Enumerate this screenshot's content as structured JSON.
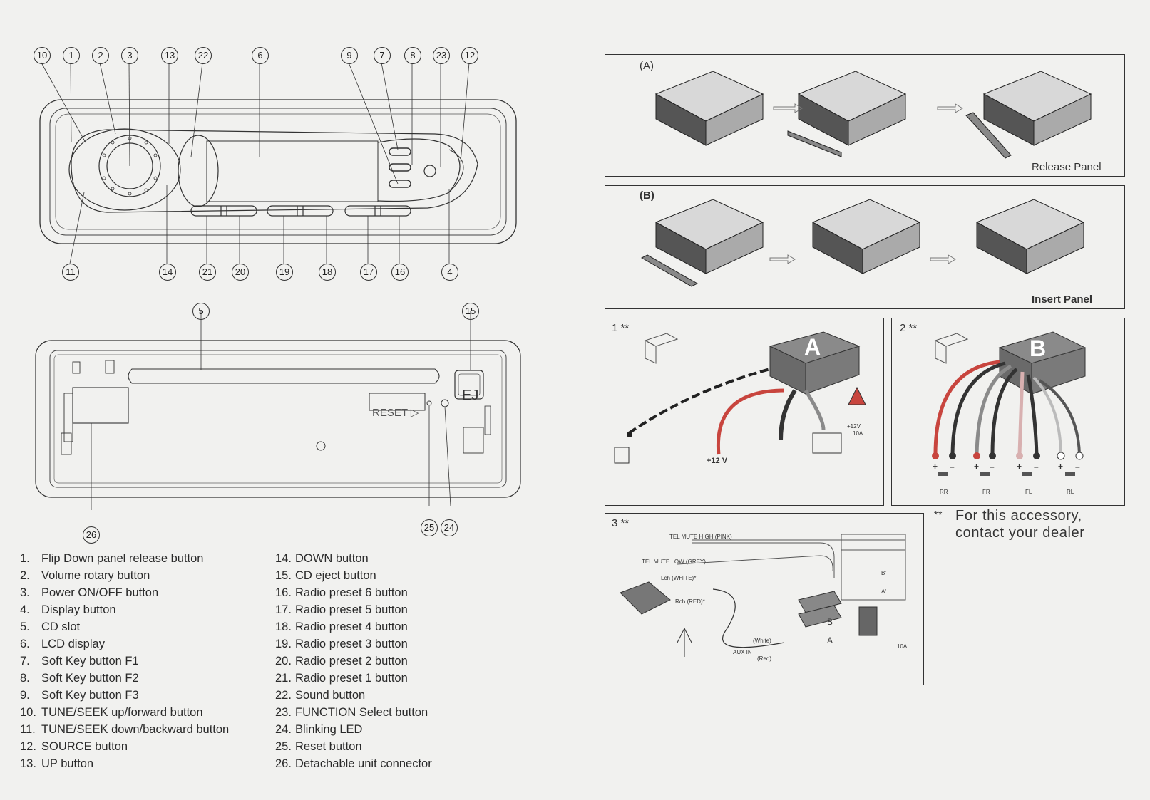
{
  "front_callouts_top": [
    "10",
    "1",
    "2",
    "3",
    "13",
    "22",
    "6",
    "9",
    "7",
    "8",
    "23",
    "12"
  ],
  "front_callouts_bottom": [
    "11",
    "14",
    "21",
    "20",
    "19",
    "18",
    "17",
    "16",
    "4"
  ],
  "rear_callouts": {
    "c5": "5",
    "c15": "15",
    "c26": "26",
    "c25": "25",
    "c24": "24"
  },
  "rear_labels": {
    "eject": "EJ",
    "reset": "RESET ▷"
  },
  "legend_left": [
    {
      "n": "1.",
      "t": "Flip Down panel release button"
    },
    {
      "n": "2.",
      "t": "Volume rotary button"
    },
    {
      "n": "3.",
      "t": "Power ON/OFF button"
    },
    {
      "n": "4.",
      "t": "Display button"
    },
    {
      "n": "5.",
      "t": "CD slot"
    },
    {
      "n": "6.",
      "t": "LCD display"
    },
    {
      "n": "7.",
      "t": "Soft Key button F1"
    },
    {
      "n": "8.",
      "t": "Soft Key button F2"
    },
    {
      "n": "9.",
      "t": "Soft Key button F3"
    },
    {
      "n": "10.",
      "t": "TUNE/SEEK up/forward button"
    },
    {
      "n": "11.",
      "t": "TUNE/SEEK down/backward button"
    },
    {
      "n": "12.",
      "t": "SOURCE button"
    },
    {
      "n": "13.",
      "t": "UP button"
    }
  ],
  "legend_right": [
    {
      "n": "14.",
      "t": "DOWN button"
    },
    {
      "n": "15.",
      "t": "CD eject button"
    },
    {
      "n": "16.",
      "t": "Radio preset 6 button"
    },
    {
      "n": "17.",
      "t": "Radio preset 5 button"
    },
    {
      "n": "18.",
      "t": "Radio preset 4 button"
    },
    {
      "n": "19.",
      "t": "Radio preset 3 button"
    },
    {
      "n": "20.",
      "t": "Radio preset 2 button"
    },
    {
      "n": "21.",
      "t": "Radio preset 1 button"
    },
    {
      "n": "22.",
      "t": "Sound button"
    },
    {
      "n": "23.",
      "t": "FUNCTION Select button"
    },
    {
      "n": "24.",
      "t": "Blinking LED"
    },
    {
      "n": "25.",
      "t": "Reset button"
    },
    {
      "n": "26.",
      "t": "Detachable unit connector"
    }
  ],
  "panel_a": {
    "label": "(A)",
    "caption": "Release Panel"
  },
  "panel_b": {
    "label": "(B)",
    "caption": "Insert Panel"
  },
  "wiring1": {
    "label": "1 **",
    "connector": "A",
    "voltage": "+12 V",
    "fuse": "+12V\n10A",
    "fuse_v": "+12V",
    "fuse_a": "10A"
  },
  "wiring2": {
    "label": "2 **",
    "connector": "B",
    "speakers": [
      "RR",
      "FR",
      "FL",
      "RL"
    ],
    "pol_plus": "+",
    "pol_minus": "–"
  },
  "wiring3": {
    "label": "3 **",
    "tel_high": "TEL MUTE HIGH (PINK)",
    "tel_low": "TEL MUTE LOW (GREY)",
    "lch": "Lch (WHITE)*",
    "rch": "Rch (RED)*",
    "aux": "AUX IN",
    "white": "(White)",
    "red": "(Red)",
    "fuse": "10A",
    "conn_a": "A",
    "conn_b": "B",
    "conn_a2": "A'",
    "conn_b2": "B'"
  },
  "accessory_note": {
    "stars": "**",
    "line1": "For this accessory,",
    "line2": "contact your dealer"
  },
  "colors": {
    "red": "#c8453e",
    "grey": "#8a8a8a",
    "orange": "#d08a50",
    "dark": "#3a3a3a"
  }
}
